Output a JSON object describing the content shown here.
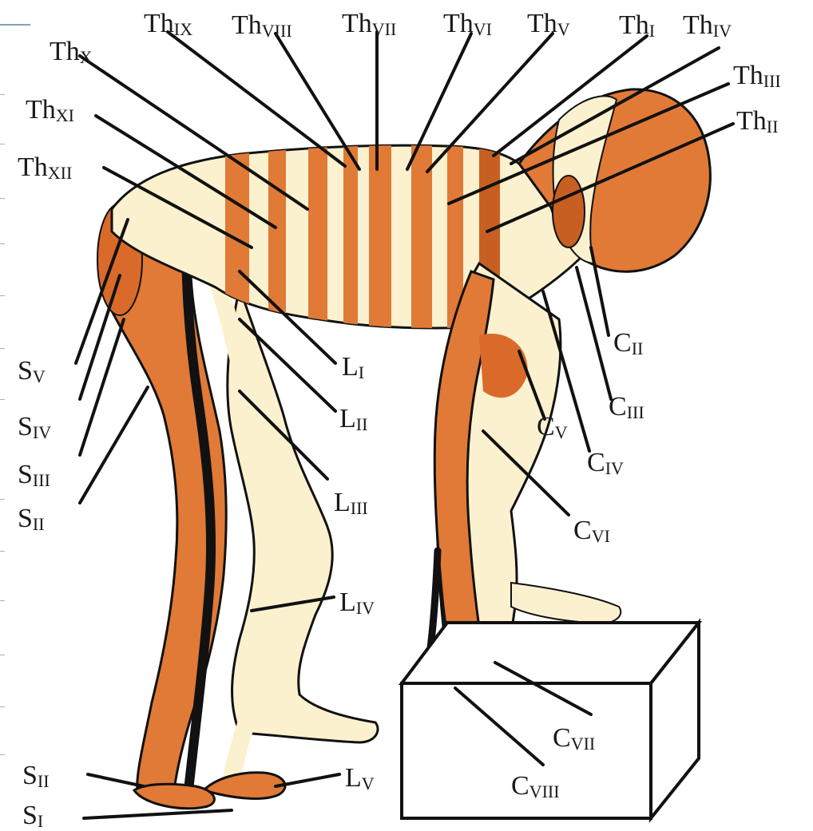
{
  "colors": {
    "orange": "#e07a36",
    "dark_orange": "#c85f22",
    "cream": "#fbf1cf",
    "outline": "#111111",
    "box_fill": "#ffffff"
  },
  "labels": {
    "th_ix": {
      "main": "Th",
      "sub": "IX"
    },
    "th_viii": {
      "main": "Th",
      "sub": "VIII"
    },
    "th_vii": {
      "main": "Th",
      "sub": "VII"
    },
    "th_vi": {
      "main": "Th",
      "sub": "VI"
    },
    "th_v": {
      "main": "Th",
      "sub": "V"
    },
    "th_i": {
      "main": "Th",
      "sub": "I"
    },
    "th_iv": {
      "main": "Th",
      "sub": "IV"
    },
    "th_x": {
      "main": "Th",
      "sub": "X"
    },
    "th_iii": {
      "main": "Th",
      "sub": "III"
    },
    "th_xi": {
      "main": "Th",
      "sub": "XI"
    },
    "th_ii": {
      "main": "Th",
      "sub": "II"
    },
    "th_xii": {
      "main": "Th",
      "sub": "XII"
    },
    "c_ii": {
      "main": "C",
      "sub": "II"
    },
    "l_i": {
      "main": "L",
      "sub": "I"
    },
    "c_iii": {
      "main": "C",
      "sub": "III"
    },
    "s_v": {
      "main": "S",
      "sub": "V"
    },
    "l_ii": {
      "main": "L",
      "sub": "II"
    },
    "c_v": {
      "main": "C",
      "sub": "V"
    },
    "s_iv": {
      "main": "S",
      "sub": "IV"
    },
    "c_iv": {
      "main": "C",
      "sub": "IV"
    },
    "s_iii": {
      "main": "S",
      "sub": "III"
    },
    "l_iii": {
      "main": "L",
      "sub": "III"
    },
    "s_ii": {
      "main": "S",
      "sub": "II"
    },
    "c_vi": {
      "main": "C",
      "sub": "VI"
    },
    "l_iv": {
      "main": "L",
      "sub": "IV"
    },
    "c_vii": {
      "main": "C",
      "sub": "VII"
    },
    "s_ii_foot": {
      "main": "S",
      "sub": "II"
    },
    "l_v": {
      "main": "L",
      "sub": "V"
    },
    "c_viii": {
      "main": "C",
      "sub": "VIII"
    },
    "s_i": {
      "main": "S",
      "sub": "I"
    }
  }
}
